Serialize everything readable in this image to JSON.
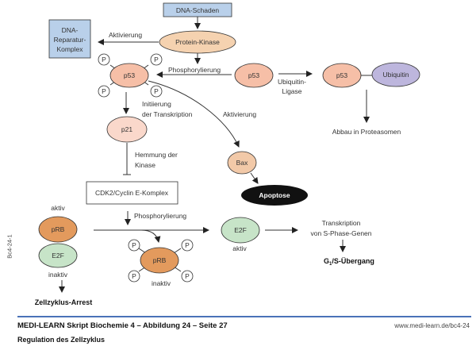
{
  "nodes": {
    "dna_schaden": "DNA-Schaden",
    "dna_reparatur": [
      "DNA-",
      "Reparatur-",
      "Komplex"
    ],
    "protein_kinase": "Protein-Kinase",
    "p53": "p53",
    "p53_free": "p53",
    "p53_ub": "p53",
    "ubiquitin": "Ubiquitin",
    "p21": "p21",
    "bax": "Bax",
    "apoptose": "Apoptose",
    "cdk2": "CDK2/Cyclin E-Komplex",
    "prb_active": "pRB",
    "e2f_bound": "E2F",
    "prb_phos": "pRB",
    "e2f_free": "E2F",
    "phosphate": "P"
  },
  "labels": {
    "aktivierung_1": "Aktivierung",
    "phosphorylierung_1": "Phosphorylierung",
    "ubiquitin_ligase": [
      "Ubiquitin-",
      "Ligase"
    ],
    "abbau": "Abbau in Proteasomen",
    "initiierung": [
      "Initiierung",
      "der Transkription"
    ],
    "aktivierung_2": "Aktivierung",
    "hemmung": [
      "Hemmung der",
      "Kinase"
    ],
    "aktiv_top": "aktiv",
    "inaktiv_left": "inaktiv",
    "zellzyklus_arrest": "Zellzyklus-Arrest",
    "phosphorylierung_2": "Phosphorylierung",
    "inaktiv_prb": "inaktiv",
    "aktiv_e2f": "aktiv",
    "transkription": [
      "Transkription",
      "von S-Phase-Genen"
    ],
    "g1s": "G",
    "g1s_sub": "1",
    "g1s_rest": "/S-Übergang"
  },
  "colors": {
    "blue_box": "#b9d0ea",
    "kinase": "#f5d2b0",
    "p53": "#f6bfa7",
    "p21": "#fad8cb",
    "ubiquitin": "#bdb6dd",
    "bax": "#f2c9a8",
    "apoptose": "#111111",
    "prb": "#e39a5d",
    "e2f": "#c7e4c8",
    "rule": "#4a72b8"
  },
  "footer": {
    "title": "MEDI-LEARN Skript Biochemie 4 – Abbildung 24 – Seite 27",
    "subtitle": "Regulation des Zellzyklus",
    "url": "www.medi-learn.de/bc4-24",
    "side_id": "Bc4-24-1"
  }
}
